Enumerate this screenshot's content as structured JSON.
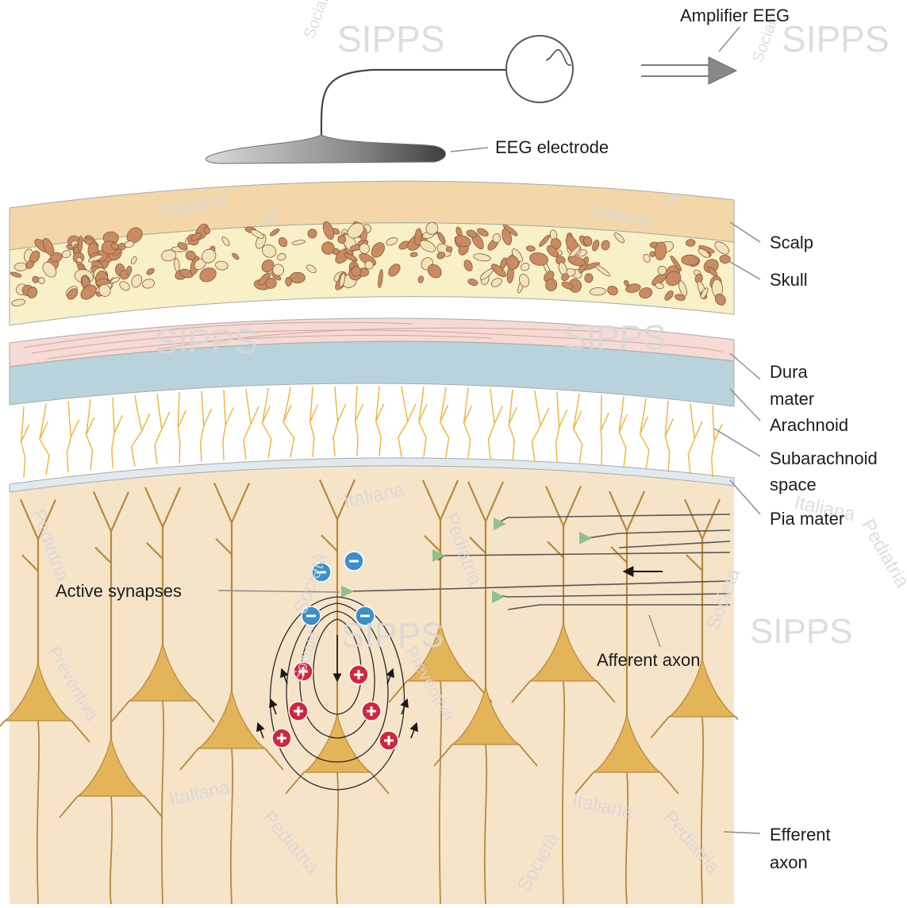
{
  "labels": {
    "amplifier": "Amplifier EEG",
    "electrode": "EEG electrode",
    "scalp": "Scalp",
    "skull": "Skull",
    "dura_1": "Dura",
    "dura_2": "mater",
    "arachnoid": "Arachnoid",
    "subarachnoid_1": "Subarachnoid",
    "subarachnoid_2": "space",
    "pia": "Pia mater",
    "active_synapses": "Active synapses",
    "afferent_axon": "Afferent axon",
    "efferent_1": "Efferent",
    "efferent_2": "axon"
  },
  "watermark": {
    "acronym": "SIPPS",
    "italiana": "Italiana",
    "di": "di",
    "societa": "Società",
    "pediatria": "Pediatria",
    "preventiva": "Preventiva",
    "sociale": "Sociale"
  },
  "colors": {
    "scalp": "#f3d7a8",
    "skull": "#f8f0c6",
    "bone": "#c98b62",
    "dura": "#f6dad3",
    "arachnoid": "#b9d3dc",
    "pia": "#dfe9ee",
    "cortex": "#f6e4c9",
    "neuron": "#e3b458",
    "neuron_stroke": "#b8883a",
    "capillary": "#ecb646",
    "negative": "#3b8fcb",
    "positive": "#d2253f",
    "synapse": "#8fbf8a"
  }
}
